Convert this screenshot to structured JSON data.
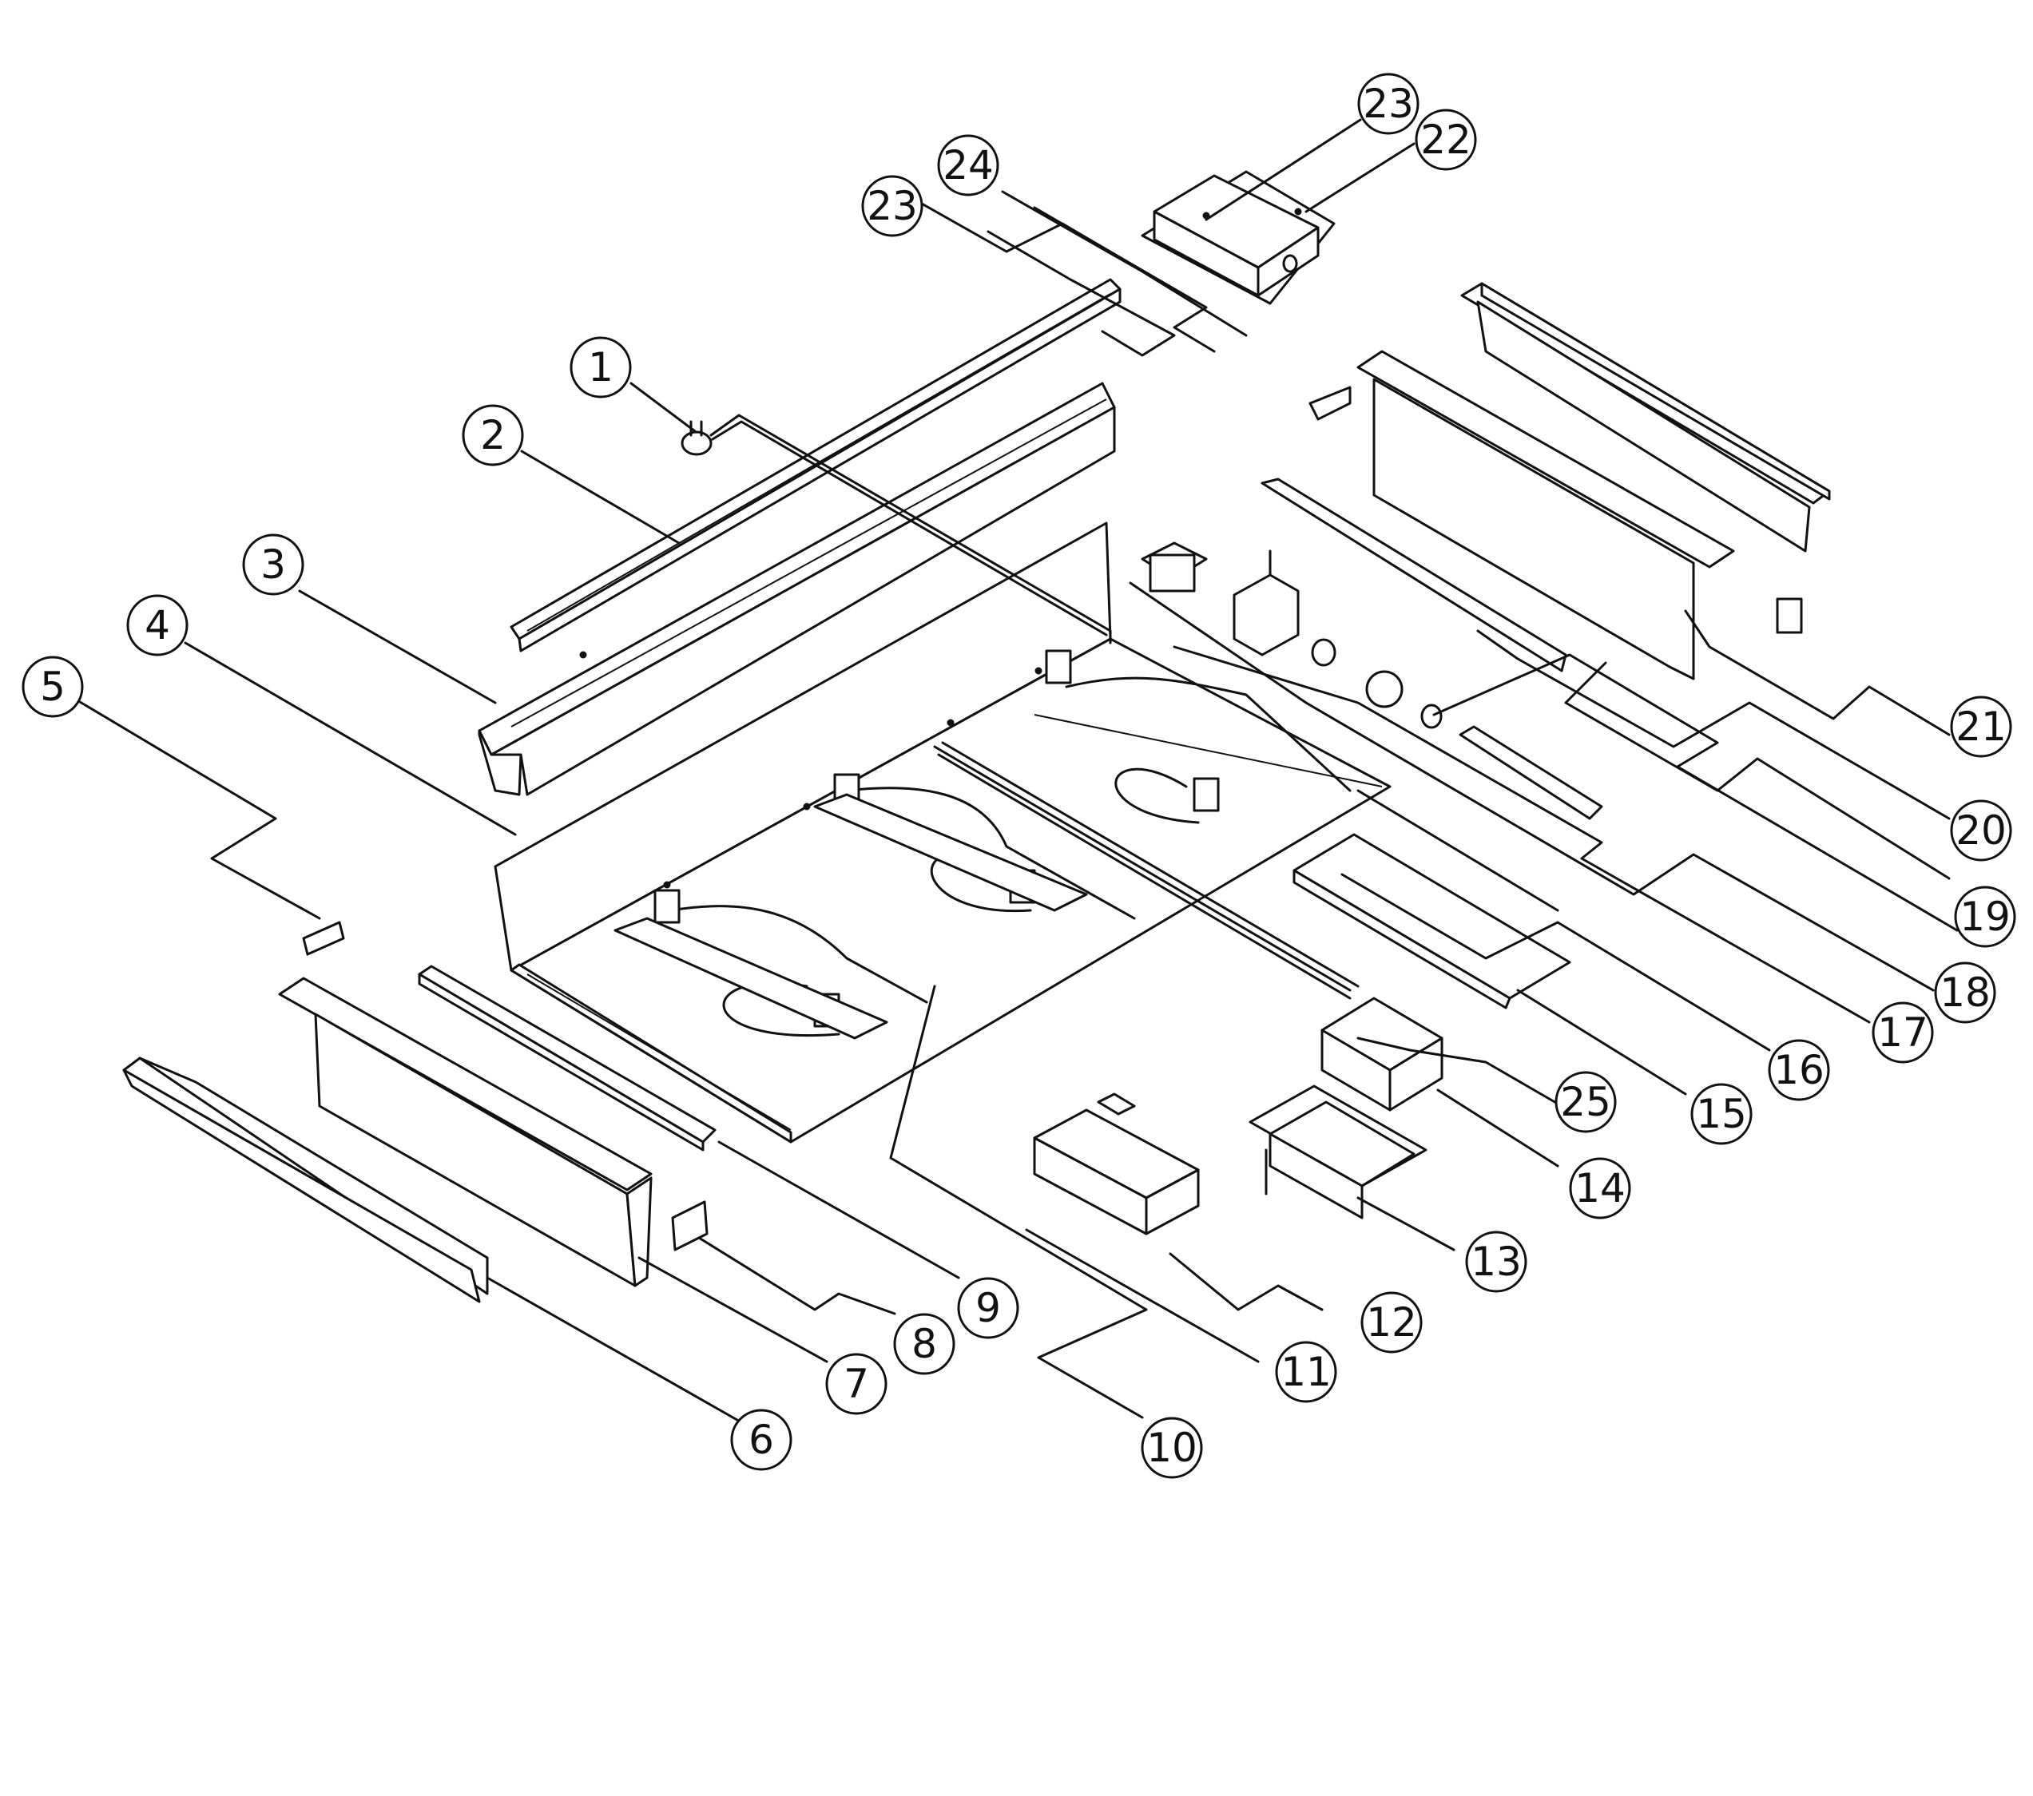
{
  "figure": {
    "type": "exploded-parts-diagram",
    "line_color": "#111111",
    "background": "#ffffff"
  },
  "callouts": [
    {
      "id": "c1",
      "label": "1"
    },
    {
      "id": "c2",
      "label": "2"
    },
    {
      "id": "c3",
      "label": "3"
    },
    {
      "id": "c4",
      "label": "4"
    },
    {
      "id": "c5",
      "label": "5"
    },
    {
      "id": "c6",
      "label": "6"
    },
    {
      "id": "c7",
      "label": "7"
    },
    {
      "id": "c8",
      "label": "8"
    },
    {
      "id": "c9",
      "label": "9"
    },
    {
      "id": "c10",
      "label": "10"
    },
    {
      "id": "c11",
      "label": "11"
    },
    {
      "id": "c12",
      "label": "12"
    },
    {
      "id": "c13",
      "label": "13"
    },
    {
      "id": "c14",
      "label": "14"
    },
    {
      "id": "c15",
      "label": "15"
    },
    {
      "id": "c16",
      "label": "16"
    },
    {
      "id": "c17",
      "label": "17"
    },
    {
      "id": "c18",
      "label": "18"
    },
    {
      "id": "c19",
      "label": "19"
    },
    {
      "id": "c20",
      "label": "20"
    },
    {
      "id": "c21",
      "label": "21"
    },
    {
      "id": "c22",
      "label": "22"
    },
    {
      "id": "c23a",
      "label": "23"
    },
    {
      "id": "c23b",
      "label": "23"
    },
    {
      "id": "c24",
      "label": "24"
    },
    {
      "id": "c25",
      "label": "25"
    }
  ]
}
